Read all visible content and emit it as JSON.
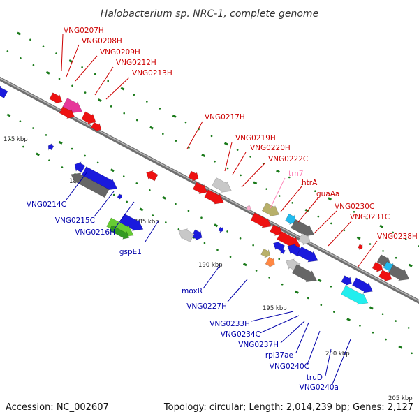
{
  "title": "Halobacterium sp. NRC-1, complete genome",
  "accession_text": "Accession: NC_002607",
  "topology_text": "Topology: circular; Length: 2,014,239 bp; Genes: 2,127",
  "scale_labels": [
    "175 kbp",
    "180 kbp",
    "185 kbp",
    "190 kbp",
    "195 kbp",
    "200 kbp",
    "205 kbp"
  ],
  "colors": {
    "backbone": "#888888",
    "forward_label": "#cc0000",
    "reverse_label": "#0000aa",
    "rna_label": "#ff88bb",
    "tick": "#1a7a1a"
  },
  "forward_labels": [
    "VNG0207H",
    "VNG0208H",
    "VNG0209H",
    "VNG0212H",
    "VNG0213H",
    "VNG0217H",
    "VNG0219H",
    "VNG0220H",
    "VNG0222C",
    "trn7",
    "htrA",
    "guaAa",
    "VNG0230C",
    "VNG0231C",
    "VNG0238H"
  ],
  "reverse_labels": [
    "VNG0214C",
    "VNG0215C",
    "VNG0216H",
    "gspE1",
    "moxR",
    "VNG0227H",
    "VNG0233H",
    "VNG0234C",
    "VNG0237H",
    "rpl37ae",
    "VNG0240C",
    "truD",
    "VNG0240a"
  ]
}
